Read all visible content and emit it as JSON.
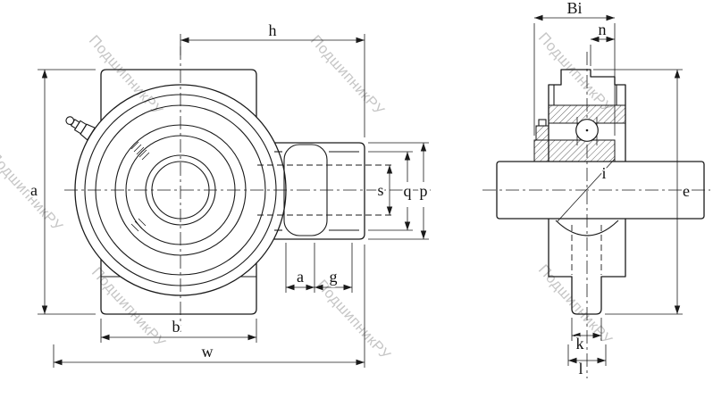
{
  "watermark": {
    "text": "ПодшипникРУ"
  },
  "labels": {
    "h": "h",
    "a_height": "a",
    "s": "s",
    "q": "q",
    "p": "p",
    "a_slot": "a",
    "g": "g",
    "b": "b",
    "w": "w",
    "bi": "Bi",
    "n": "n",
    "i": "i",
    "e": "e",
    "k": "k",
    "l": "l"
  },
  "colors": {
    "line": "#1a1a1a",
    "watermark": "#c6c6c6",
    "background": "#ffffff"
  }
}
